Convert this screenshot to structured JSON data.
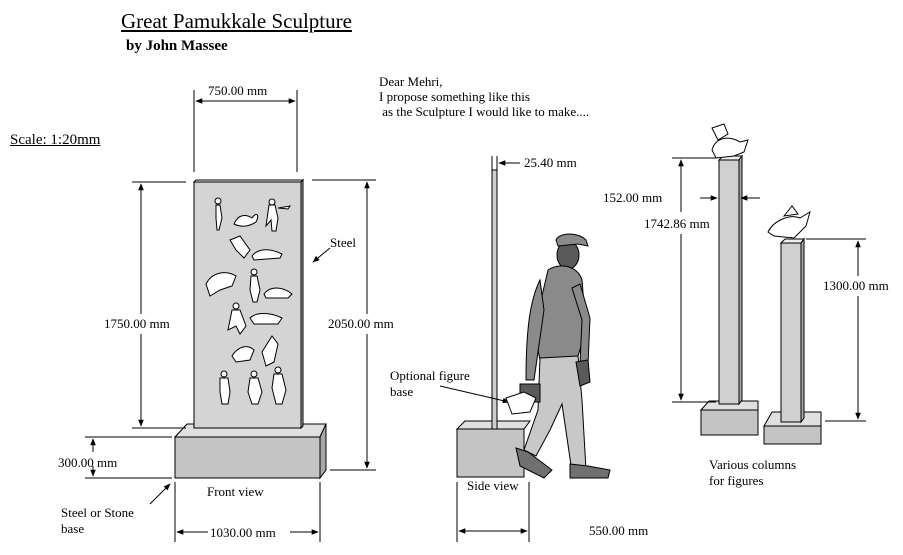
{
  "header": {
    "title": "Great Pamukkale Sculpture",
    "author": "by John Massee"
  },
  "scale": "Scale: 1:20mm",
  "letter": {
    "line1": "Dear Mehri,",
    "line2": "I propose something like this",
    "line3": " as the Sculpture I would like to make...."
  },
  "front_view": {
    "caption": "Front view",
    "width_top": "750.00 mm",
    "height_panel": "1750.00 mm",
    "height_total": "2050.00 mm",
    "base_height": "300.00 mm",
    "base_width": "1030.00 mm",
    "material_label": "Steel",
    "base_label_line1": "Steel or Stone",
    "base_label_line2": "base"
  },
  "side_view": {
    "caption": "Side view",
    "thickness": "25.40 mm",
    "depth": "550.00 mm",
    "figure_base_line1": "Optional figure",
    "figure_base_line2": "base"
  },
  "columns": {
    "caption_line1": "Various columns",
    "caption_line2": "for figures",
    "width": "152.00 mm",
    "tall_height": "1742.86 mm",
    "short_height": "1300.00 mm"
  },
  "colors": {
    "panel": "#d4d4d4",
    "base": "#c4c4c4",
    "figure": "#8a8a8a",
    "ink": "#000000"
  }
}
